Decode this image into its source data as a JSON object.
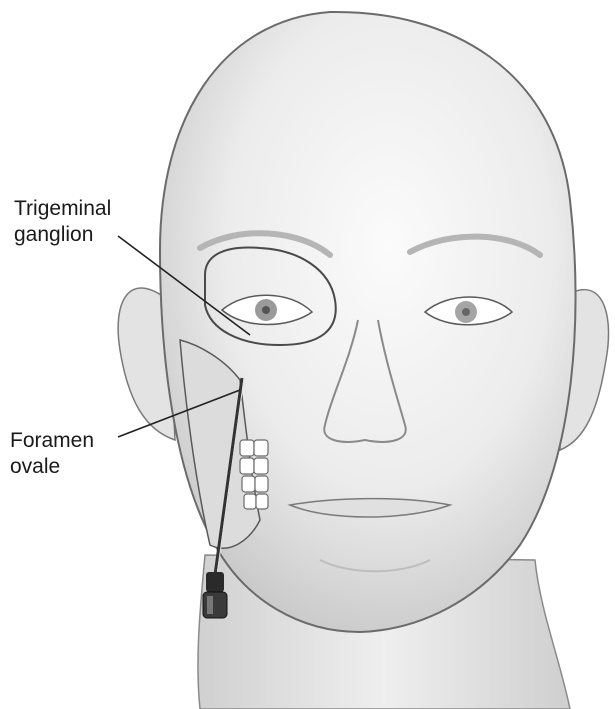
{
  "labels": {
    "trigeminal_ganglion": {
      "line1": "Trigeminal",
      "line2": "ganglion"
    },
    "foramen_ovale": {
      "line1": "Foramen",
      "line2": "ovale"
    }
  },
  "colors": {
    "background": "#ffffff",
    "skin_light": "#f2f2f2",
    "skin_shade": "#d4d4d4",
    "outline": "#6b6b6b",
    "leader_line": "#222222"
  }
}
